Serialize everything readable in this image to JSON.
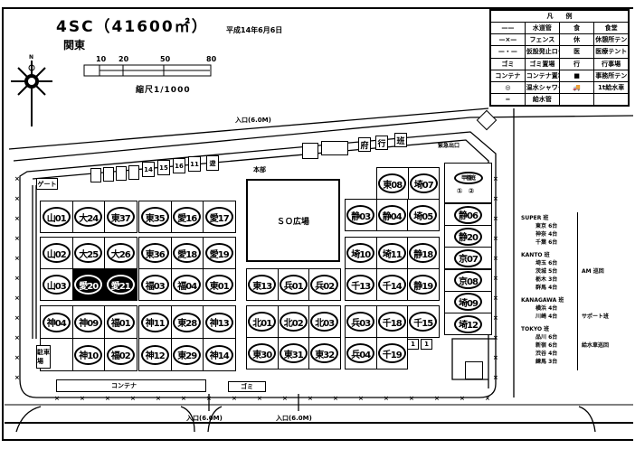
{
  "header": {
    "title": "4SC（41600㎡）",
    "date": "平成14年6月6日",
    "region": "関東"
  },
  "scale": {
    "ticks": [
      "10",
      "20",
      "50",
      "80"
    ],
    "label": "縮尺1/1000"
  },
  "compass": {
    "north": "N"
  },
  "legend": {
    "title": "凡　　例",
    "rows": [
      {
        "sym": "——",
        "label": "水道管",
        "icon": "食",
        "name": "食堂"
      },
      {
        "sym": "—×—",
        "label": "フェンス",
        "icon": "休",
        "name": "休憩所テント"
      },
      {
        "sym": "—・—",
        "label": "仮設発止ロープ",
        "icon": "医",
        "name": "医療テント"
      },
      {
        "sym": "ゴミ",
        "label": "ゴミ置場",
        "icon": "行",
        "name": "行事場"
      },
      {
        "sym": "コンテナ",
        "label": "コンテナ置場",
        "icon": "■",
        "name": "事務所テント"
      },
      {
        "sym": "◎",
        "label": "温水シャワー",
        "icon": "🚚",
        "name": "1t給水車"
      },
      {
        "sym": "═",
        "label": "給水管",
        "icon": "",
        "name": ""
      }
    ]
  },
  "plaza": {
    "label": "ＳＯ広場"
  },
  "blocks": {
    "left_top": [
      [
        "山01",
        "大24",
        "東37"
      ]
    ],
    "left_mid": [
      [
        "山02",
        "大25",
        "大26"
      ],
      [
        "山03",
        "愛20",
        "愛21"
      ]
    ],
    "left_bot": [
      [
        "神04",
        "神09",
        "福01"
      ],
      [
        "",
        "神10",
        "福02"
      ]
    ],
    "center_top": [
      [
        "東35",
        "愛16",
        "愛17"
      ]
    ],
    "center_mid": [
      [
        "東36",
        "愛18",
        "愛19"
      ],
      [
        "福03",
        "福04",
        "東01"
      ]
    ],
    "center_bot": [
      [
        "神11",
        "東28",
        "神13"
      ],
      [
        "神12",
        "東29",
        "神14"
      ]
    ],
    "mid_a": [
      [
        "東13",
        "兵01",
        "兵02"
      ]
    ],
    "mid_b": [
      [
        "北01",
        "北02",
        "北03"
      ],
      [
        "東30",
        "東31",
        "東32"
      ]
    ],
    "right_top1": [
      [
        "東08",
        "埼07"
      ]
    ],
    "right_top2": [
      [
        "静03",
        "静04",
        "埼05"
      ]
    ],
    "right_mid": [
      [
        "埼10",
        "埼11",
        "静18"
      ],
      [
        "千13",
        "千14",
        "静19"
      ]
    ],
    "right_bot": [
      [
        "兵03",
        "千18",
        "千15"
      ],
      [
        "兵04",
        "千19"
      ]
    ],
    "side": [
      "静06",
      "静20",
      "京07",
      "京08",
      "埼09",
      "埼12"
    ]
  },
  "dark_cells": [
    "愛20",
    "愛21"
  ],
  "side_header": {
    "label": "甲種庭",
    "marks": [
      "①",
      "②"
    ]
  },
  "labels": {
    "entrance_top": "入口(6.0M)",
    "entrance_bl": "入口(6.0M)",
    "entrance_br": "入口(6.0M)",
    "container": "コンテナ",
    "garbage": "ゴミ",
    "parking": "駐車場",
    "gate": "ゲート",
    "hq": "本部",
    "stalls": [
      "14",
      "15",
      "16",
      "11",
      "遊"
    ],
    "tents": [
      "府",
      "行",
      "班"
    ],
    "small_boxes": [
      "1",
      "1"
    ],
    "emergency": "緊急出口"
  },
  "stats": [
    {
      "group": "SUPER 班",
      "lines": [
        "東京 6台",
        "神奈 4台",
        "千葉 6台"
      ]
    },
    {
      "group": "KANTO 班",
      "lines": [
        "埼玉 6台",
        "茨城 5台",
        "栃木 3台",
        "群馬 4台"
      ],
      "note": "AM 巡回"
    },
    {
      "group": "KANAGAWA 班",
      "lines": [
        "横浜 4台",
        "川崎 4台"
      ],
      "note": "サポート班"
    },
    {
      "group": "TOKYO 班",
      "lines": [
        "品川 6台",
        "新宿 6台",
        "渋谷 4台",
        "練馬 3台"
      ],
      "note": "給水車巡回"
    }
  ]
}
